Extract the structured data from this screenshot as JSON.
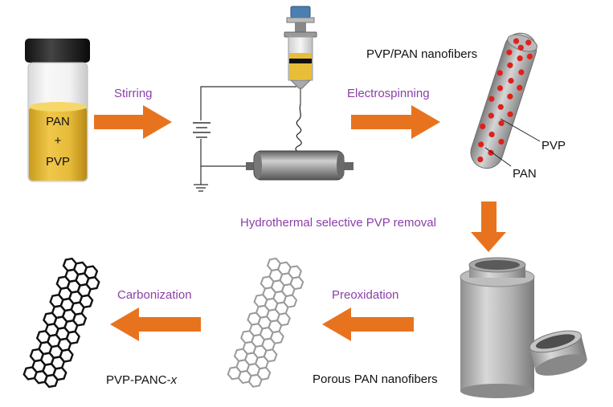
{
  "vial": {
    "line1": "PAN",
    "line2": "+",
    "line3": "PVP"
  },
  "steps": {
    "stirring": "Stirring",
    "electrospinning": "Electrospinning",
    "hydrothermal": "Hydrothermal selective PVP removal",
    "preoxidation": "Preoxidation",
    "carbonization": "Carbonization"
  },
  "fiber": {
    "title": "PVP/PAN nanofibers",
    "pvp_label": "PVP",
    "pan_label": "PAN"
  },
  "porous_label": "Porous PAN nanofibers",
  "product": {
    "prefix": "PVP-PANC-",
    "suffix": "x"
  },
  "colors": {
    "arrow": "#e8731f",
    "step_text": "#8a3fa8",
    "vial_liquid": "#e0b838",
    "pvp_dots": "#e0201c"
  }
}
